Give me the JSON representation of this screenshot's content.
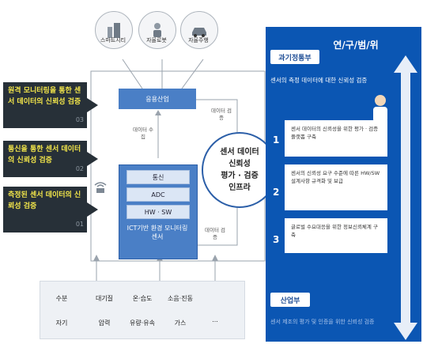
{
  "top_icons": [
    {
      "label": "스마트시티",
      "icon": "building-icon"
    },
    {
      "label": "자율로봇",
      "icon": "robot-icon"
    },
    {
      "label": "자율주행",
      "icon": "car-icon"
    }
  ],
  "left_items": [
    {
      "text": "원격 모니터링을 통한 센서 데이터의 신뢰성 검증",
      "num": "03"
    },
    {
      "text": "통신을 통한 센서 데이터의 신뢰성 검증",
      "num": "02"
    },
    {
      "text": "측정된 센서 데이터의 신뢰성 검증",
      "num": "01"
    }
  ],
  "center": {
    "app_industry": "응용산업",
    "data_collect": "데이터 수집",
    "data_verify_top": "데이터 검증",
    "data_verify_bottom": "데이터 검증",
    "comm": "통신",
    "adc": "ADC",
    "hwsw": "HW · SW",
    "ict_sensor": "ICT기반 환경 모니터링 센서",
    "infra_lines": [
      "센서 데이터",
      "신뢰성",
      "평가 · 검증",
      "인프라"
    ]
  },
  "sensors_row1": [
    "수분",
    "대기질",
    "온·습도",
    "소음·진동"
  ],
  "sensors_row2": [
    "자기",
    "압력",
    "유량·유속",
    "가스",
    "..."
  ],
  "right_panel": {
    "title": "연/구/범/위",
    "ministry": "과기정통부",
    "subtitle": "센서의 측정 데이터에 대한 신뢰성 검증",
    "items": [
      {
        "num": "1",
        "text": "센서 데이터의 신뢰성을 위한 평가 · 검증 플랫폼 구축"
      },
      {
        "num": "2",
        "text": "센서의 신뢰성 요구 수준에 따른 HW/SW 설계사항 규격화 및 보급"
      },
      {
        "num": "3",
        "text": "글로벌 수요대응을 위한 정보신뢰체계 구축"
      }
    ],
    "industry": "산업부",
    "bottom_text": "센서 제조의 평가 및 인증을 위한 신뢰성 검증"
  },
  "colors": {
    "dark_blue": "#0b56b3",
    "accent_yellow": "#f3e64a",
    "center_blue": "#4a7fc6"
  }
}
